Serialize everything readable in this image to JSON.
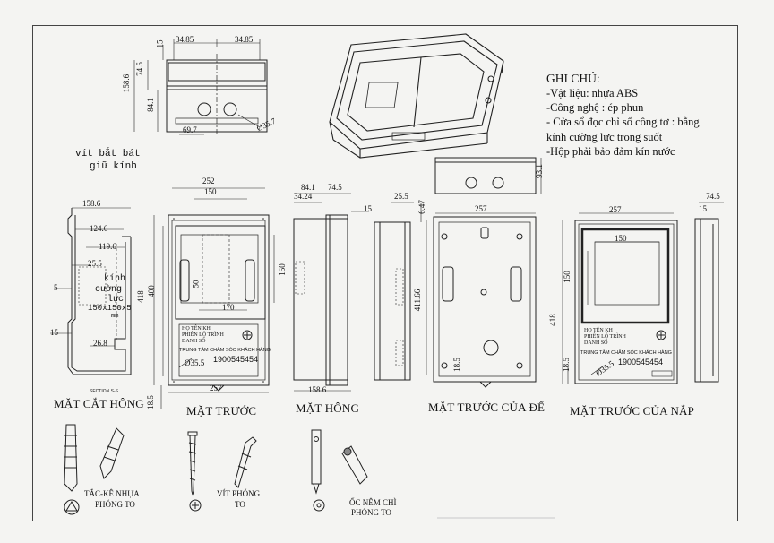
{
  "notes": {
    "title": "GHI CHÚ:",
    "lines": [
      "-Vật liệu: nhựa ABS",
      "-Công nghệ : ép phun",
      "- Cửa sổ đọc chỉ số công tơ : bằng",
      "kính cường lực trong suốt",
      "-Hộp phải bảo đảm kín nước"
    ]
  },
  "views": {
    "section": "MẶT CẮT HÔNG",
    "front": "MẶT TRƯỚC",
    "side": "MẶT HÔNG",
    "base_front": "MẶT TRƯỚC CỦA ĐẾ",
    "lid_front": "MẶT TRƯỚC CỦA NẮP"
  },
  "callouts": {
    "screw_holder_1": "vít bắt bát",
    "screw_holder_2": "giữ kính",
    "glass_1": "kính",
    "glass_2": "cường",
    "glass_3": "lực",
    "glass_4": "150x150x5",
    "glass_5": "mm",
    "section_tag": "SECTION S-S"
  },
  "parts": {
    "anchor_1": "TẮC-KÊ NHỰA",
    "anchor_2": "PHÓNG TO",
    "screw_1": "VÍT PHÓNG",
    "screw_2": "TO",
    "seal_1": "ỐC NÊM CHÌ",
    "seal_2": "PHÓNG TO"
  },
  "label_plate": {
    "field_1": "HỌ TÊN KH",
    "field_2": "PHIÊN LỘ TRÌNH",
    "field_3": "DANH SỐ",
    "center": "TRUNG TÂM CHĂM SÓC KHÁCH HÀNG",
    "phone_front": "1900545454",
    "phone_lid": "1900545454"
  },
  "dims": {
    "top_w1": "34.85",
    "top_w2": "34.85",
    "top_h15": "15",
    "top_h158": "158.6",
    "top_h745": "74.5",
    "top_h841": "84.1",
    "top_697": "69.7",
    "top_d357": "Ø35.7",
    "sec_1586": "158.6",
    "sec_1246": "124.6",
    "sec_1196": "119.6",
    "sec_255": "25.5",
    "sec_5": "5",
    "sec_15": "15",
    "sec_268": "26.8",
    "sec_185": "18.5",
    "fr_252": "252",
    "fr_150": "150",
    "fr_418": "418",
    "fr_400": "400",
    "fr_50": "50",
    "fr_170": "170",
    "fr_257": "257",
    "fr_d35": "Ø35.5",
    "fr_150v": "150",
    "sd_841": "84.1",
    "sd_745": "74.5",
    "sd_3424": "34.24",
    "sd_15": "15",
    "sd_1586": "158.6",
    "nb_255": "25.5",
    "nb_647": "6.47",
    "bs_257": "257",
    "bs_41166": "411.66",
    "bs_185": "18.5",
    "bs_931": "93.1",
    "ld_257": "257",
    "ld_150": "150",
    "ld_150v": "150",
    "ld_418": "418",
    "ld_185": "18.5",
    "ld_d355": "Ø35.5",
    "rs_745": "74.5",
    "rs_15": "15"
  }
}
